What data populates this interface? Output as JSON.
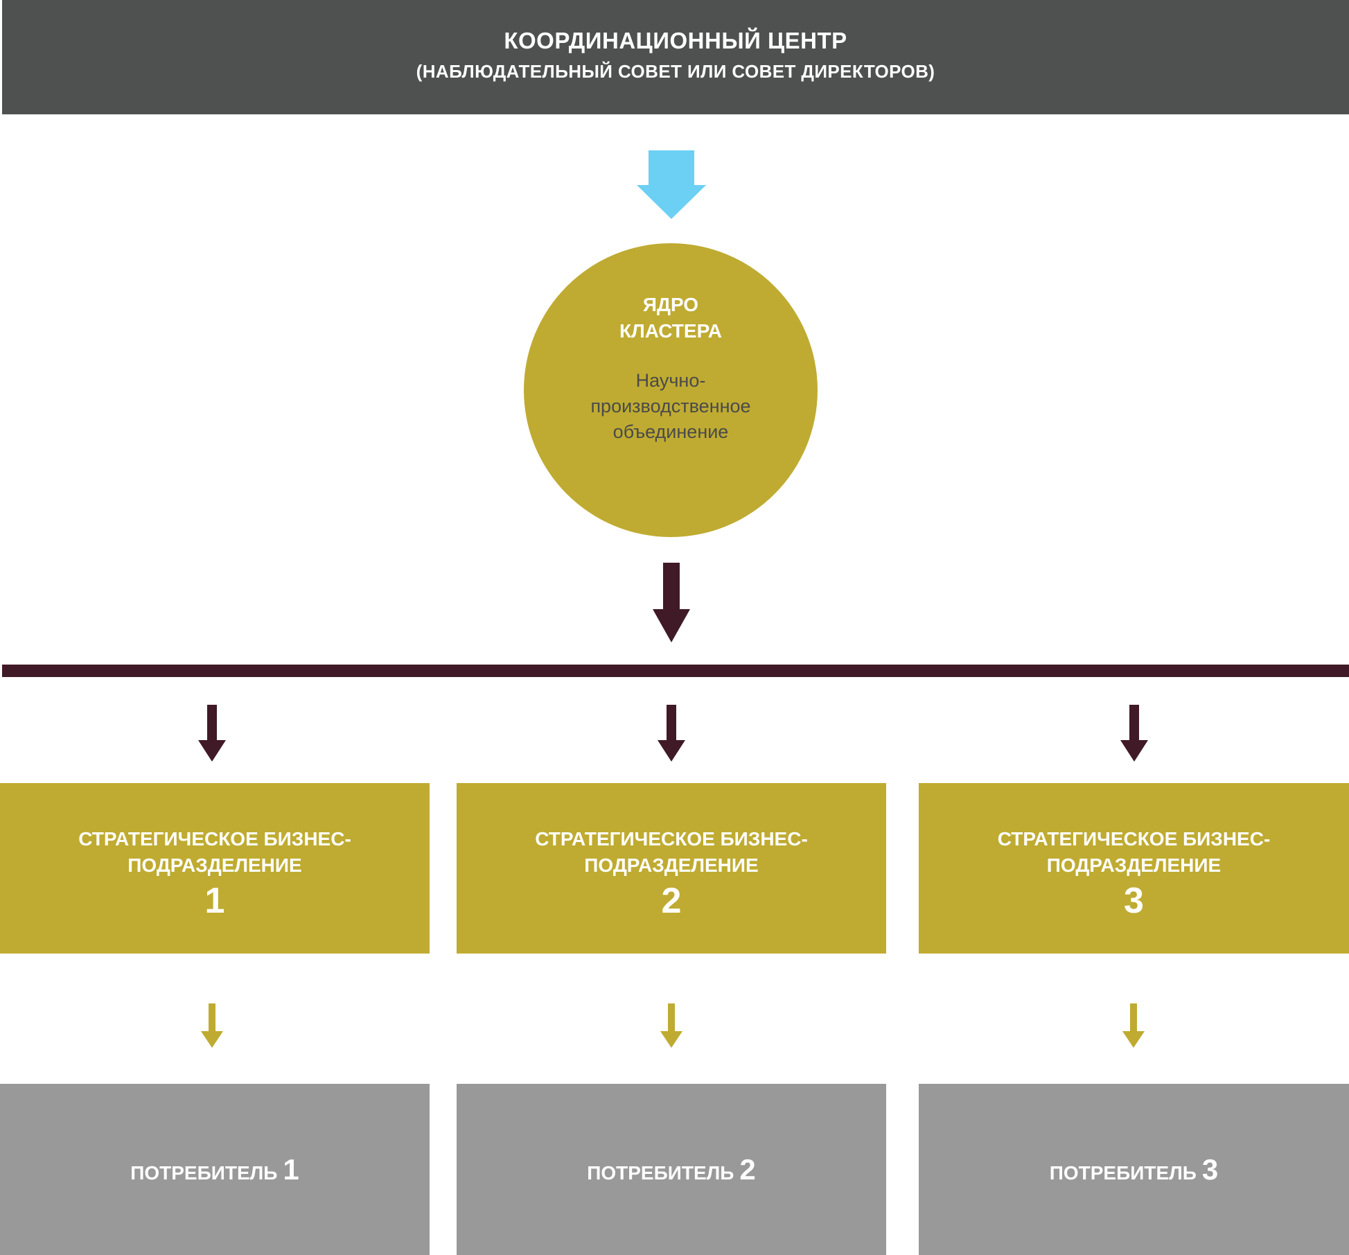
{
  "header": {
    "title": "КООРДИНАЦИОННЫЙ ЦЕНТР",
    "subtitle": "(НАБЛЮДАТЕЛЬНЫЙ СОВЕТ ИЛИ СОВЕТ ДИРЕКТОРОВ)"
  },
  "core": {
    "title": "ЯДРО\nКЛАСТЕРА",
    "description": "Научно-\nпроизводственное\nобъединение"
  },
  "units": [
    {
      "label": "СТРАТЕГИЧЕСКОЕ БИЗНЕС-\nПОДРАЗДЕЛЕНИЕ",
      "number": "1"
    },
    {
      "label": "СТРАТЕГИЧЕСКОЕ БИЗНЕС-\nПОДРАЗДЕЛЕНИЕ",
      "number": "2"
    },
    {
      "label": "СТРАТЕГИЧЕСКОЕ БИЗНЕС-\nПОДРАЗДЕЛЕНИЕ",
      "number": "3"
    }
  ],
  "consumers": [
    {
      "label": "ПОТРЕБИТЕЛЬ",
      "number": "1"
    },
    {
      "label": "ПОТРЕБИТЕЛЬ",
      "number": "2"
    },
    {
      "label": "ПОТРЕБИТЕЛЬ",
      "number": "3"
    }
  ],
  "colors": {
    "header_bg": "#4f5050",
    "olive": "#bfab31",
    "dark_maroon": "#401a26",
    "light_blue": "#6ccff4",
    "gray": "#999999"
  }
}
